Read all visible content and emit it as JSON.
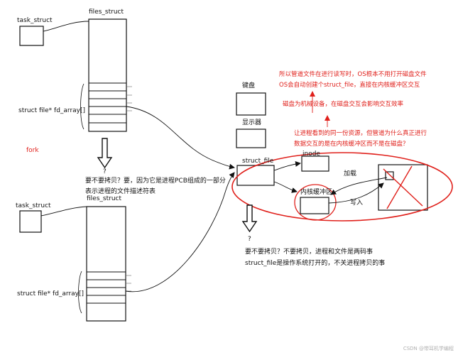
{
  "top": {
    "task_struct": "task_struct",
    "files_struct": "files_struct",
    "fd_array": "struct file* fd_array[]"
  },
  "fork": "fork",
  "fork_question": {
    "mark": "?",
    "line1": "要不要拷贝？要，因为它是进程PCB组成的一部分",
    "line2": "表示进程的文件描述符表"
  },
  "bottom": {
    "task_struct": "task_struct",
    "files_struct": "files_struct",
    "fd_array": "struct file* fd_array[]"
  },
  "devices": {
    "keyboard": "键盘",
    "display": "显示器"
  },
  "struct_file_label": "struct_file",
  "inode_label": "inode",
  "kernel_buffer_label": "内核缓冲区",
  "load_label": "加载",
  "write_label": "写入",
  "right_question": {
    "mark": "?",
    "line1": "要不要拷贝？不要拷贝，进程和文件是两码事",
    "line2": "struct_file是操作系统打开的，不关进程拷贝的事"
  },
  "notes": {
    "pipe_line1": "所以管道文件在进行读写时，OS根本不用打开磁盘文件",
    "pipe_line2": "OS会自动创建个struct_file，直接在内核缓冲区交互",
    "disk_note": "磁盘为机械设备，在磁盘交互会影响交互效率",
    "share_line1": "让进程看到的同一份资源，但管道为什么真正进行",
    "share_line2": "数据交互的是在内核缓冲区而不是在磁盘？"
  },
  "watermark": "CSDN @带耳机学编程",
  "colors": {
    "ink": "#111111",
    "red": "#e0201b"
  }
}
